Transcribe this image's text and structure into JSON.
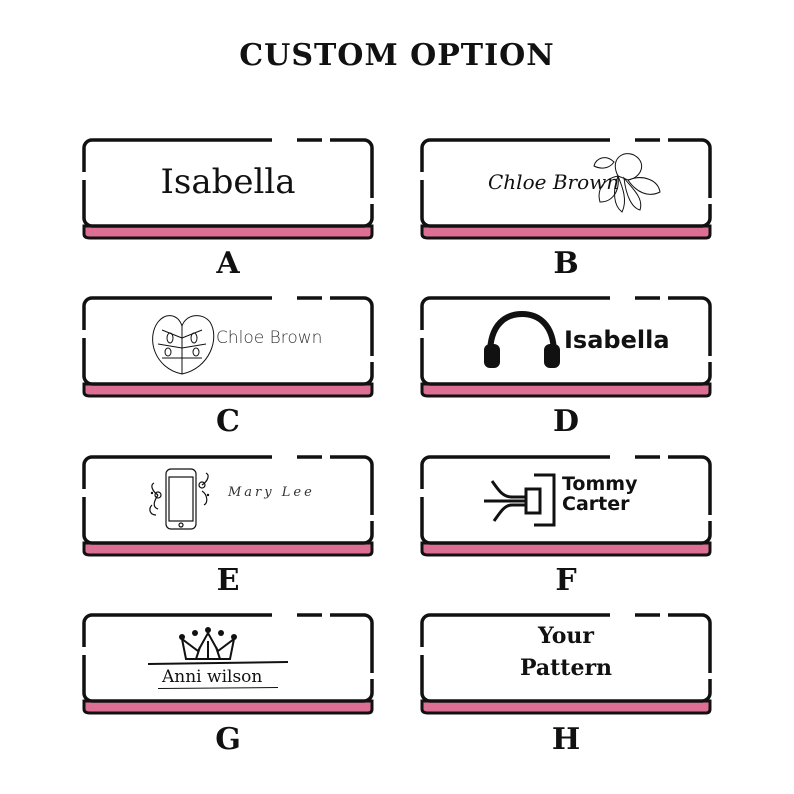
{
  "title": "CUSTOM OPTION",
  "colors": {
    "accent": "#dd6f94",
    "outline": "#111111"
  },
  "options": [
    {
      "letter": "A",
      "text": "Isabella"
    },
    {
      "letter": "B",
      "text": "Chloe Brown",
      "icon": "magnolia-flower-icon"
    },
    {
      "letter": "C",
      "text": "Chloe Brown",
      "icon": "monstera-leaf-icon"
    },
    {
      "letter": "D",
      "text": "Isabella",
      "icon": "headphones-icon"
    },
    {
      "letter": "E",
      "text": "Mary Lee",
      "icon": "phone-with-flowers-icon"
    },
    {
      "letter": "F",
      "text_line1": "Tommy",
      "text_line2": "Carter",
      "icon": "plug-icon"
    },
    {
      "letter": "G",
      "text": "Anni wilson",
      "icon": "crown-icon"
    },
    {
      "letter": "H",
      "text_line1": "Your",
      "text_line2": "Pattern"
    }
  ]
}
